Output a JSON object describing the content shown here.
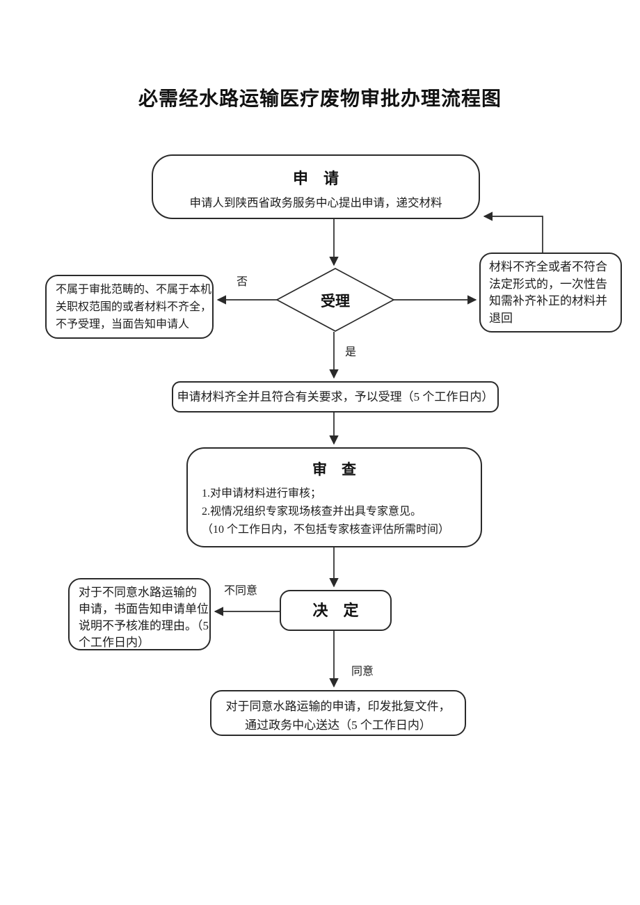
{
  "page": {
    "title": "必需经水路运输医疗废物审批办理流程图"
  },
  "flow": {
    "apply": {
      "title": "申　请",
      "desc": "申请人到陕西省政务服务中心提出申请，递交材料"
    },
    "accept": {
      "label": "受理"
    },
    "reject_left": {
      "lines": [
        "不属于审批范畴的、不属于本机",
        "关职权范围的或者材料不齐全，",
        "不予受理，当面告知申请人"
      ]
    },
    "supplement_right": {
      "lines": [
        "材料不齐全或者不符合",
        "法定形式的，一次性告",
        "知需补齐补正的材料并",
        "退回"
      ]
    },
    "accepted": {
      "text": "申请材料齐全并且符合有关要求，予以受理（5 个工作日内）"
    },
    "review": {
      "title": "审　查",
      "lines": [
        "1.对申请材料进行审核；",
        "2.视情况组织专家现场核查并出具专家意见。",
        "（10 个工作日内，不包括专家核查评估所需时间）"
      ]
    },
    "decide": {
      "label": "决　定"
    },
    "disagree_box": {
      "lines": [
        "对于不同意水路运输的",
        "申请，书面告知申请单位",
        "说明不予核准的理由。（5",
        "个工作日内）"
      ]
    },
    "agree_box": {
      "lines": [
        "对于同意水路运输的申请，印发批复文件，",
        "通过政务中心送达（5 个工作日内）"
      ]
    },
    "labels": {
      "no": "否",
      "yes": "是",
      "disagree": "不同意",
      "agree": "同意"
    },
    "colors": {
      "line": "#2a2a2a",
      "text": "#1c1c1c",
      "background": "#ffffff"
    }
  }
}
